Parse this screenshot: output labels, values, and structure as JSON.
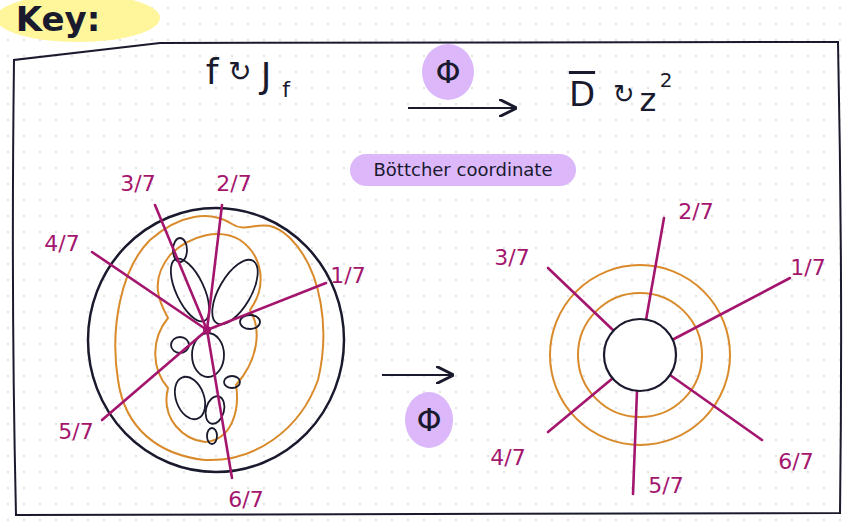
{
  "diagram": {
    "labels": [
      "Key:",
      "f",
      "↻",
      "J",
      "f",
      "Φ",
      "D",
      "↻",
      "z",
      "2",
      "Böttcher coordinate",
      "3/7",
      "2/7",
      "4/7",
      "1/7",
      "5/7",
      "6/7",
      "Φ",
      "3/7",
      "2/7",
      "1/7",
      "4/7",
      "5/7",
      "6/7"
    ]
  }
}
